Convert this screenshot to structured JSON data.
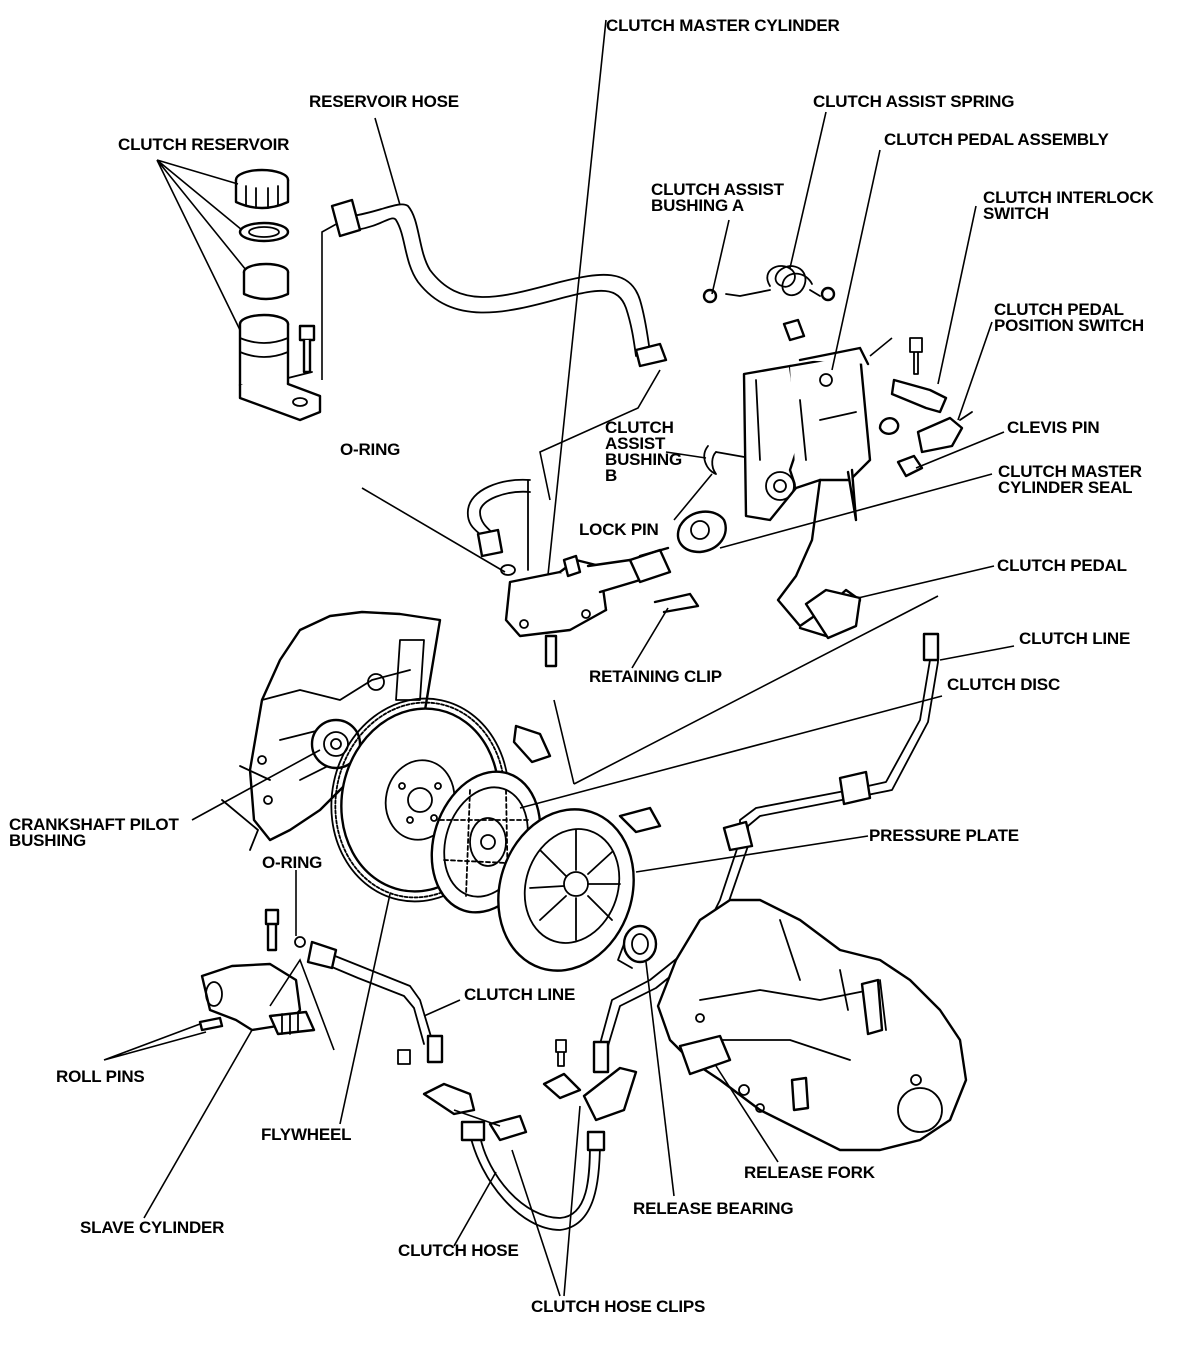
{
  "labels": {
    "clutch_master_cylinder": "CLUTCH MASTER CYLINDER",
    "reservoir_hose": "RESERVOIR HOSE",
    "clutch_assist_spring": "CLUTCH ASSIST SPRING",
    "clutch_reservoir": "CLUTCH RESERVOIR",
    "clutch_pedal_assembly": "CLUTCH PEDAL ASSEMBLY",
    "clutch_assist_bushing_a": "CLUTCH ASSIST\nBUSHING A",
    "clutch_interlock_switch": "CLUTCH INTERLOCK\nSWITCH",
    "clutch_pedal_position_switch": "CLUTCH PEDAL\nPOSITION SWITCH",
    "clevis_pin": "CLEVIS PIN",
    "clutch_assist_bushing_b": "CLUTCH\nASSIST\nBUSHING\nB",
    "o_ring_top": "O-RING",
    "clutch_master_cylinder_seal": "CLUTCH MASTER\nCYLINDER SEAL",
    "lock_pin": "LOCK PIN",
    "clutch_pedal": "CLUTCH PEDAL",
    "clutch_line_right": "CLUTCH LINE",
    "retaining_clip": "RETAINING CLIP",
    "clutch_disc": "CLUTCH DISC",
    "crankshaft_pilot_bushing": "CRANKSHAFT PILOT\nBUSHING",
    "pressure_plate": "PRESSURE PLATE",
    "o_ring_bottom": "O-RING",
    "clutch_line_lower": "CLUTCH LINE",
    "roll_pins": "ROLL PINS",
    "flywheel": "FLYWHEEL",
    "release_fork": "RELEASE FORK",
    "release_bearing": "RELEASE BEARING",
    "slave_cylinder": "SLAVE CYLINDER",
    "clutch_hose": "CLUTCH HOSE",
    "clutch_hose_clips": "CLUTCH HOSE CLIPS"
  }
}
